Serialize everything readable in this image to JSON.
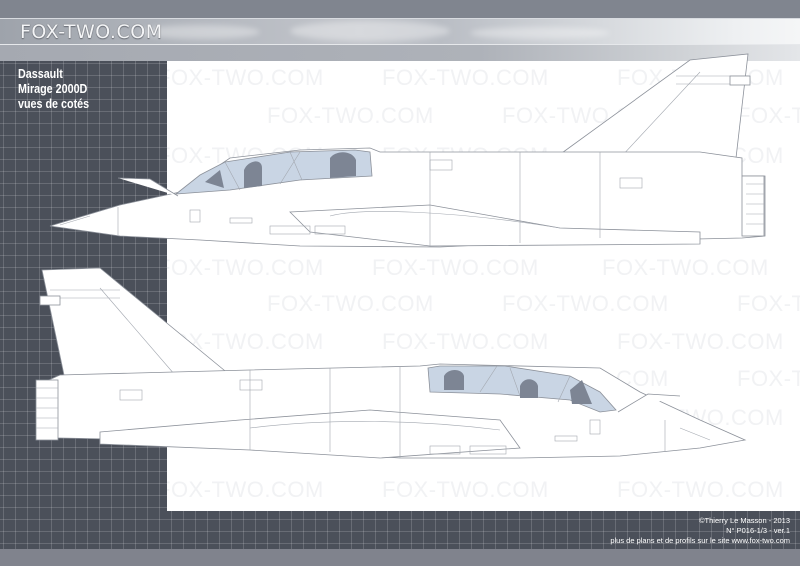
{
  "header": {
    "logo_text": "FOX-TWO.COM"
  },
  "title_block": {
    "line1": "Dassault",
    "line2": "Mirage 2000D",
    "line3": "vues de cotés"
  },
  "watermark": {
    "text": "FOX-TWO.COM"
  },
  "views": [
    {
      "name": "left-side-view",
      "orientation": "nose-left"
    },
    {
      "name": "right-side-view",
      "orientation": "nose-right"
    }
  ],
  "credits": {
    "copyright": "©Thierry Le Masson - 2013",
    "reference": "N° P016-1/3   -   ver.1",
    "more_info": "plus de plans et de profils sur le site www.fox-two.com"
  },
  "colors": {
    "dark_panel": "#4b505a",
    "band_gray": "#80858f",
    "canopy_blue": "#c6d3e3",
    "line_gray": "#8a8f98"
  }
}
